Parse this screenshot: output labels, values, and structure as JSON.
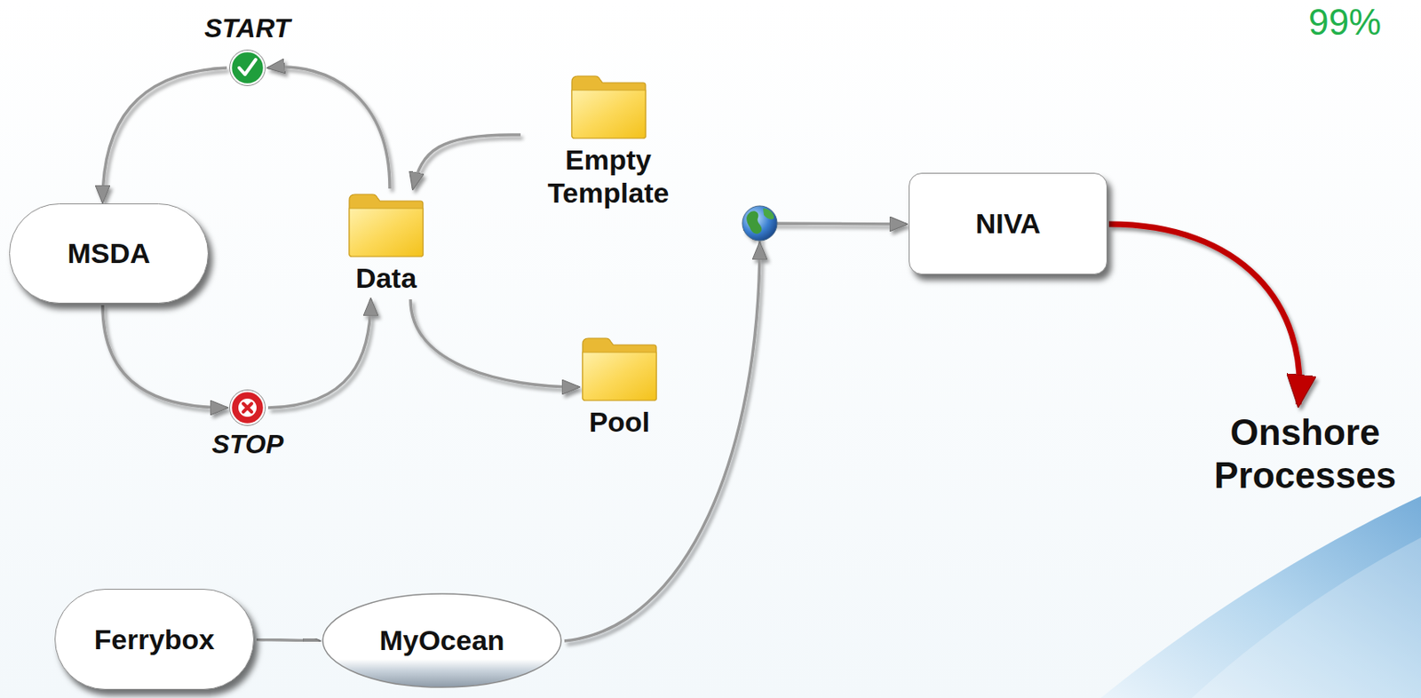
{
  "diagram": {
    "nodes": [
      {
        "text": [
          "START"
        ]
      },
      {
        "text": [
          "MSDA"
        ]
      },
      {
        "text": [
          "Data"
        ]
      },
      {
        "text": [
          "Empty Template"
        ]
      },
      {
        "text": [
          "STOP"
        ]
      },
      {
        "text": [
          "Pool"
        ]
      },
      {
        "text": [
          "NIVA"
        ]
      },
      {
        "text": [
          "Onshore Processes"
        ]
      },
      {
        "text": [
          "Ferrybox"
        ]
      },
      {
        "text": [
          "MyOcean"
        ]
      }
    ],
    "edges": [
      {
        "from": 2,
        "to": 0,
        "arrow": "to"
      },
      {
        "from": 0,
        "to": 1,
        "arrow": "to"
      },
      {
        "from": 1,
        "to": 4,
        "arrow": "to"
      },
      {
        "from": 4,
        "to": 2,
        "arrow": "to"
      },
      {
        "from": 3,
        "to": 2,
        "arrow": "to"
      },
      {
        "from": 2,
        "to": 5,
        "arrow": "to"
      },
      {
        "from": 2,
        "to": 6,
        "arrow": "to"
      },
      {
        "from": 8,
        "to": 9,
        "arrow": "to"
      },
      {
        "from": 9,
        "to": 6,
        "arrow": "to"
      },
      {
        "from": 6,
        "to": 7,
        "arrow": "to"
      }
    ],
    "labels": [
      "99%"
    ]
  }
}
